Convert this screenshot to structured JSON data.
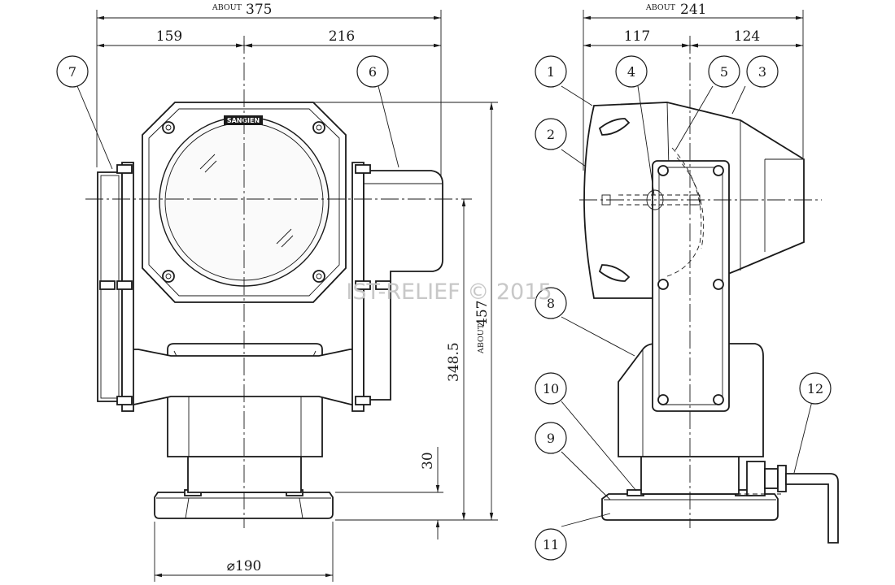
{
  "dimensions": {
    "front_overall": {
      "qualifier": "ABOUT",
      "value": "375"
    },
    "front_left": "159",
    "front_right": "216",
    "side_overall": {
      "qualifier": "ABOUT",
      "value": "241"
    },
    "side_left": "117",
    "side_right": "124",
    "height_total": {
      "qualifier": "ABOUT",
      "value": "457"
    },
    "height_center": "348.5",
    "base_thickness": "30",
    "base_diameter": "⌀190"
  },
  "callouts": [
    "1",
    "2",
    "3",
    "4",
    "5",
    "6",
    "7",
    "8",
    "9",
    "10",
    "11",
    "12"
  ],
  "logo_text": "SANGIEN",
  "watermark": "IST-RELIEF © 2015"
}
